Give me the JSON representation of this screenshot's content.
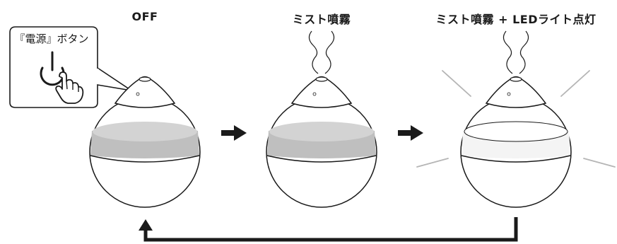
{
  "stages": [
    {
      "title": "OFF"
    },
    {
      "title": "ミスト噴霧"
    },
    {
      "title": "ミスト噴霧 + LEDライト点灯"
    }
  ],
  "callout": {
    "label": "『電源』ボタン",
    "icon": "power-button-icon"
  },
  "colors": {
    "outline": "#1a1a1a",
    "water_off": "#bfbfbf",
    "water_top_off": "#d3d3d3",
    "water_led": "#f4f4f4",
    "light_rays": "#b5b5b5",
    "arrow": "#1a1a1a"
  }
}
